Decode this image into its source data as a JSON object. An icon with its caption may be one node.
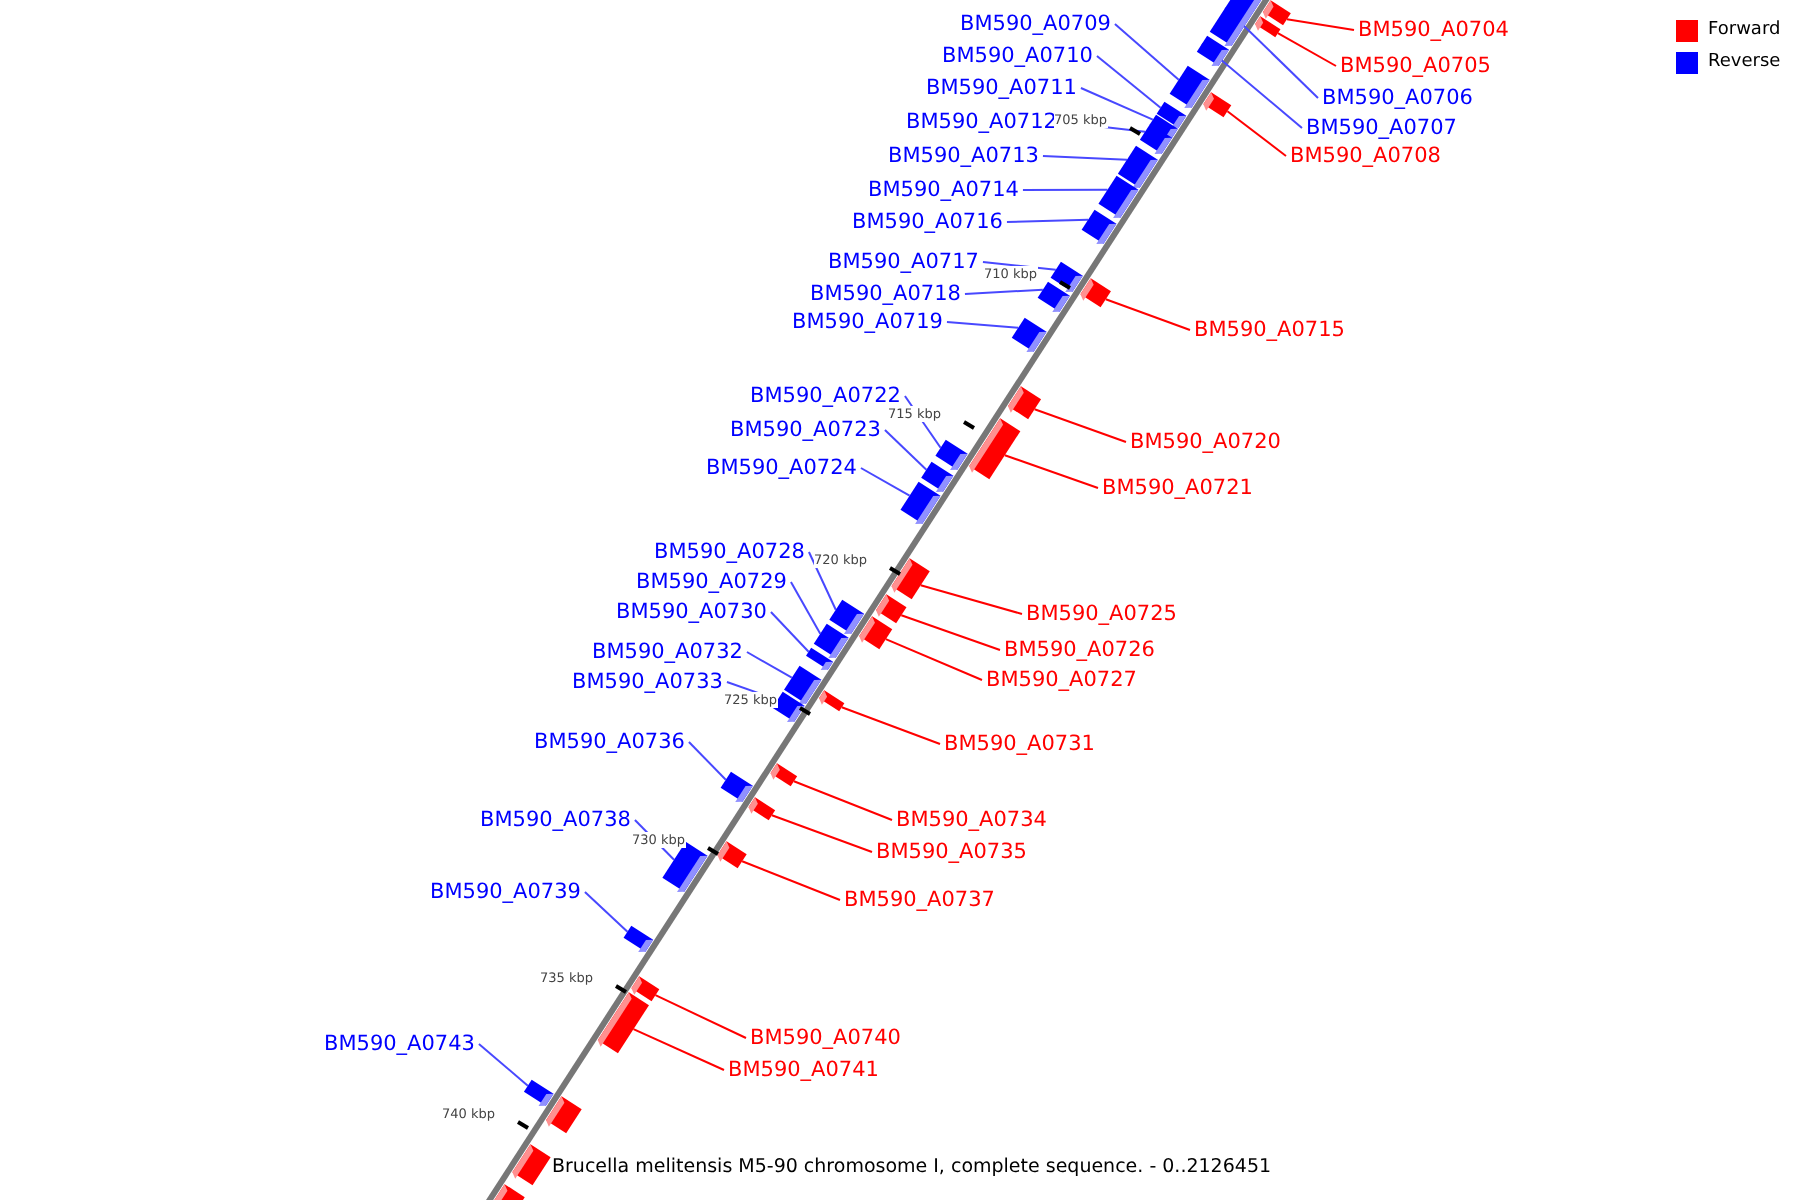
{
  "diagram": {
    "caption": "Brucella melitensis M5-90 chromosome I, complete sequence. - 0..2126451",
    "nodes": [
      {
        "text": [
          "BM590_A0709"
        ]
      },
      {
        "text": [],
        "shape": "bar"
      },
      {
        "text": [
          "BM590_A0704"
        ]
      },
      {
        "text": [],
        "shape": "bar"
      },
      {
        "text": [
          "BM590_A0710"
        ]
      },
      {
        "text": [],
        "shape": "bar"
      },
      {
        "text": [
          "BM590_A0705"
        ]
      },
      {
        "text": [],
        "shape": "bar"
      },
      {
        "text": [
          "BM590_A0711"
        ]
      },
      {
        "text": [],
        "shape": "bar"
      },
      {
        "text": [
          "BM590_A0706"
        ]
      },
      {
        "text": [],
        "shape": "bar"
      },
      {
        "text": [
          "BM590_A0712"
        ]
      },
      {
        "text": [],
        "shape": "bar"
      },
      {
        "text": [
          "BM590_A0707"
        ]
      },
      {
        "text": [],
        "shape": "bar"
      },
      {
        "text": [
          "BM590_A0713"
        ]
      },
      {
        "text": [],
        "shape": "bar"
      },
      {
        "text": [
          "BM590_A0708"
        ]
      },
      {
        "text": [],
        "shape": "bar"
      },
      {
        "text": [
          "BM590_A0714"
        ]
      },
      {
        "text": [],
        "shape": "bar"
      },
      {
        "text": [
          "BM590_A0716"
        ]
      },
      {
        "text": [],
        "shape": "bar"
      },
      {
        "text": [
          "BM590_A0717"
        ]
      },
      {
        "text": [],
        "shape": "bar"
      },
      {
        "text": [
          "BM590_A0718"
        ]
      },
      {
        "text": [],
        "shape": "bar"
      },
      {
        "text": [
          "BM590_A0719"
        ]
      },
      {
        "text": [],
        "shape": "bar"
      },
      {
        "text": [
          "BM590_A0715"
        ]
      },
      {
        "text": [],
        "shape": "bar"
      },
      {
        "text": [
          "BM590_A0722"
        ]
      },
      {
        "text": [],
        "shape": "bar"
      },
      {
        "text": [
          "BM590_A0723"
        ]
      },
      {
        "text": [],
        "shape": "bar"
      },
      {
        "text": [
          "BM590_A0720"
        ]
      },
      {
        "text": [],
        "shape": "bar"
      },
      {
        "text": [
          "BM590_A0724"
        ]
      },
      {
        "text": [],
        "shape": "bar"
      },
      {
        "text": [
          "BM590_A0721"
        ]
      },
      {
        "text": [],
        "shape": "bar"
      },
      {
        "text": [
          "BM590_A0728"
        ]
      },
      {
        "text": [],
        "shape": "bar"
      },
      {
        "text": [
          "BM590_A0729"
        ]
      },
      {
        "text": [],
        "shape": "bar"
      },
      {
        "text": [
          "BM590_A0730"
        ]
      },
      {
        "text": [],
        "shape": "bar"
      },
      {
        "text": [
          "BM590_A0725"
        ]
      },
      {
        "text": [],
        "shape": "bar"
      },
      {
        "text": [
          "BM590_A0726"
        ]
      },
      {
        "text": [],
        "shape": "bar"
      },
      {
        "text": [
          "BM590_A0732"
        ]
      },
      {
        "text": [],
        "shape": "bar"
      },
      {
        "text": [
          "BM590_A0727"
        ]
      },
      {
        "text": [],
        "shape": "bar"
      },
      {
        "text": [
          "BM590_A0733"
        ]
      },
      {
        "text": [],
        "shape": "bar"
      },
      {
        "text": [
          "BM590_A0736"
        ]
      },
      {
        "text": [],
        "shape": "bar"
      },
      {
        "text": [
          "BM590_A0731"
        ]
      },
      {
        "text": [],
        "shape": "bar"
      },
      {
        "text": [
          "BM590_A0738"
        ]
      },
      {
        "text": [],
        "shape": "bar"
      },
      {
        "text": [
          "BM590_A0734"
        ]
      },
      {
        "text": [],
        "shape": "bar"
      },
      {
        "text": [
          "BM590_A0735"
        ]
      },
      {
        "text": [],
        "shape": "bar"
      },
      {
        "text": [
          "BM590_A0739"
        ]
      },
      {
        "text": [],
        "shape": "bar"
      },
      {
        "text": [
          "BM590_A0737"
        ]
      },
      {
        "text": [],
        "shape": "bar"
      },
      {
        "text": [
          "BM590_A0740"
        ]
      },
      {
        "text": [],
        "shape": "bar"
      },
      {
        "text": [
          "BM590_A0743"
        ]
      },
      {
        "text": [],
        "shape": "bar"
      },
      {
        "text": [
          "BM590_A0741"
        ]
      },
      {
        "text": [],
        "shape": "bar"
      },
      {
        "text": [],
        "shape": "bar"
      },
      {
        "text": [],
        "shape": "bar"
      },
      {
        "text": [],
        "shape": "bar"
      }
    ],
    "edges": [
      {
        "from": 0,
        "to": 1,
        "arrow": "none"
      },
      {
        "from": 2,
        "to": 3,
        "arrow": "none",
        "color": "#ff0000"
      },
      {
        "from": 4,
        "to": 5,
        "arrow": "none"
      },
      {
        "from": 6,
        "to": 7,
        "arrow": "none",
        "color": "#ff0000"
      },
      {
        "from": 8,
        "to": 9,
        "arrow": "none"
      },
      {
        "from": 10,
        "to": 11,
        "arrow": "none"
      },
      {
        "from": 12,
        "to": 13,
        "arrow": "none"
      },
      {
        "from": 14,
        "to": 15,
        "arrow": "none"
      },
      {
        "from": 16,
        "to": 17,
        "arrow": "none"
      },
      {
        "from": 18,
        "to": 19,
        "arrow": "none",
        "color": "#ff0000"
      },
      {
        "from": 20,
        "to": 21,
        "arrow": "none"
      },
      {
        "from": 22,
        "to": 23,
        "arrow": "none"
      },
      {
        "from": 24,
        "to": 25,
        "arrow": "none"
      },
      {
        "from": 26,
        "to": 27,
        "arrow": "none"
      },
      {
        "from": 28,
        "to": 29,
        "arrow": "none"
      },
      {
        "from": 30,
        "to": 31,
        "arrow": "none",
        "color": "#ff0000"
      },
      {
        "from": 32,
        "to": 33,
        "arrow": "none"
      },
      {
        "from": 34,
        "to": 35,
        "arrow": "none"
      },
      {
        "from": 36,
        "to": 37,
        "arrow": "none",
        "color": "#ff0000"
      },
      {
        "from": 38,
        "to": 39,
        "arrow": "none"
      },
      {
        "from": 40,
        "to": 41,
        "arrow": "none",
        "color": "#ff0000"
      },
      {
        "from": 42,
        "to": 43,
        "arrow": "none"
      },
      {
        "from": 44,
        "to": 45,
        "arrow": "none"
      },
      {
        "from": 46,
        "to": 47,
        "arrow": "none"
      },
      {
        "from": 48,
        "to": 49,
        "arrow": "none",
        "color": "#ff0000"
      },
      {
        "from": 50,
        "to": 51,
        "arrow": "none",
        "color": "#ff0000"
      },
      {
        "from": 52,
        "to": 53,
        "arrow": "none"
      },
      {
        "from": 54,
        "to": 55,
        "arrow": "none",
        "color": "#ff0000"
      },
      {
        "from": 56,
        "to": 57,
        "arrow": "none"
      },
      {
        "from": 58,
        "to": 59,
        "arrow": "none"
      },
      {
        "from": 60,
        "to": 61,
        "arrow": "none",
        "color": "#ff0000"
      },
      {
        "from": 62,
        "to": 63,
        "arrow": "none"
      },
      {
        "from": 64,
        "to": 65,
        "arrow": "none",
        "color": "#ff0000"
      },
      {
        "from": 66,
        "to": 67,
        "arrow": "none",
        "color": "#ff0000"
      },
      {
        "from": 68,
        "to": 69,
        "arrow": "none"
      },
      {
        "from": 70,
        "to": 71,
        "arrow": "none",
        "color": "#ff0000"
      },
      {
        "from": 72,
        "to": 73,
        "arrow": "none",
        "color": "#ff0000"
      },
      {
        "from": 74,
        "to": 75,
        "arrow": "none"
      },
      {
        "from": 76,
        "to": 77,
        "arrow": "none",
        "color": "#ff0000"
      }
    ],
    "labels": [
      "705 kbp",
      "710 kbp",
      "715 kbp",
      "720 kbp",
      "725 kbp",
      "730 kbp",
      "735 kbp",
      "740 kbp"
    ],
    "legend": [
      {
        "text": "Forward",
        "color": "#ff0000"
      },
      {
        "text": "Reverse",
        "color": "#0000ff"
      }
    ]
  }
}
